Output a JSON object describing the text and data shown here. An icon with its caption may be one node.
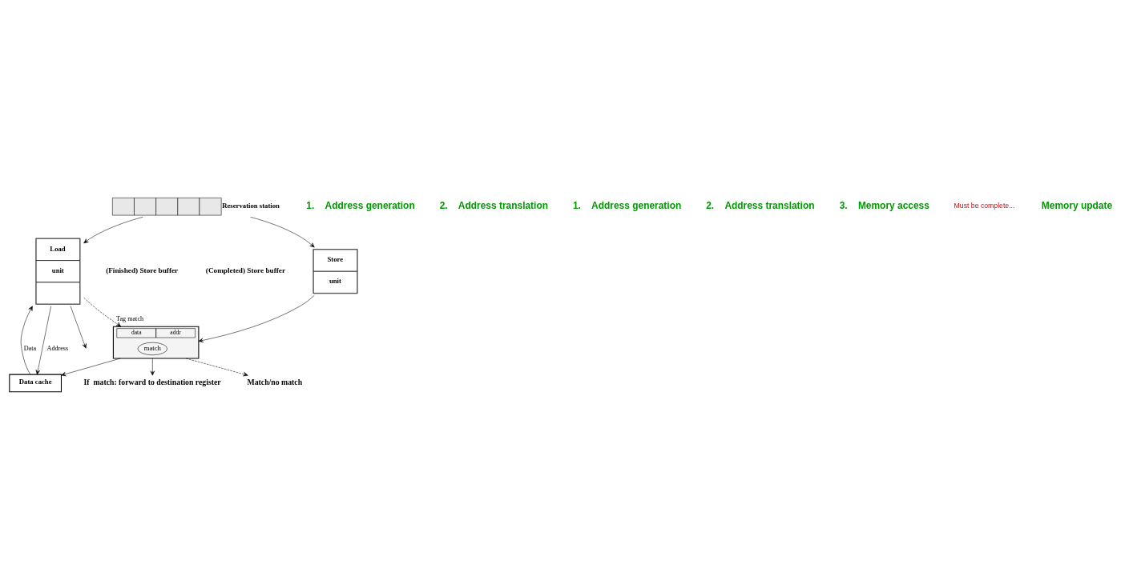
{
  "diagram": {
    "nodes": [
      {
        "text": [
          "Reservation station"
        ]
      },
      {
        "text": [
          "Store",
          "unit"
        ]
      },
      {
        "text": [
          "Load",
          "unit"
        ]
      },
      {
        "text": [
          "data",
          "addr"
        ],
        "beside": [
          "(Finished) Store buffer",
          "(Completed) Store buffer"
        ]
      },
      {
        "text": [
          "match"
        ],
        "in": 3
      },
      {
        "text": [
          "Data cache"
        ]
      },
      {
        "text": [
          "If  match: forward to destination register"
        ]
      },
      {
        "text": [
          "Match/no match"
        ]
      }
    ],
    "edges": [
      {
        "from": 0,
        "to": 1,
        "arrow": "to"
      },
      {
        "from": 0,
        "to": 2,
        "arrow": "to"
      },
      {
        "from": 1,
        "to": 3,
        "arrow": "to"
      },
      {
        "from": 2,
        "to": 3,
        "arrow": "to",
        "label": "Tag match",
        "style": "dashed"
      },
      {
        "from": 2,
        "to": 5,
        "arrow": "to",
        "label": "Address"
      },
      {
        "from": 5,
        "to": 2,
        "arrow": "to",
        "label": "Data"
      },
      {
        "from": 2,
        "to": null,
        "arrow": "to"
      },
      {
        "from": 3,
        "to": 6,
        "arrow": "to"
      },
      {
        "from": 3,
        "to": 7,
        "arrow": "to",
        "style": "dashed"
      },
      {
        "from": 3,
        "to": 5,
        "arrow": "to"
      }
    ],
    "labels": [
      "1.    Address generation",
      "2.    Address translation",
      "1.    Address generation",
      "2.    Address translation",
      "3.    Memory access",
      "Must be complete...",
      "Memory update"
    ]
  }
}
